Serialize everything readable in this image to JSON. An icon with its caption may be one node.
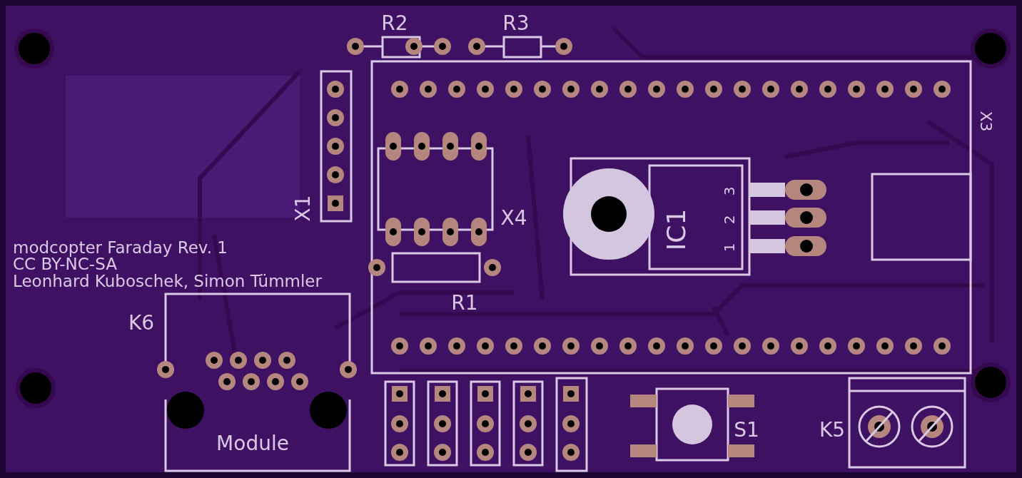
{
  "diagram": {
    "labels": [
      "R2",
      "R3",
      "X3",
      "IC1",
      "3",
      "2",
      "1",
      "X1",
      "X4",
      "modcopter Faraday Rev. 1",
      "CC BY-NC-SA",
      "Leonhard Kuboschek, Simon Tümmler",
      "R1",
      "K6",
      "S1",
      "K5",
      "Module"
    ]
  }
}
